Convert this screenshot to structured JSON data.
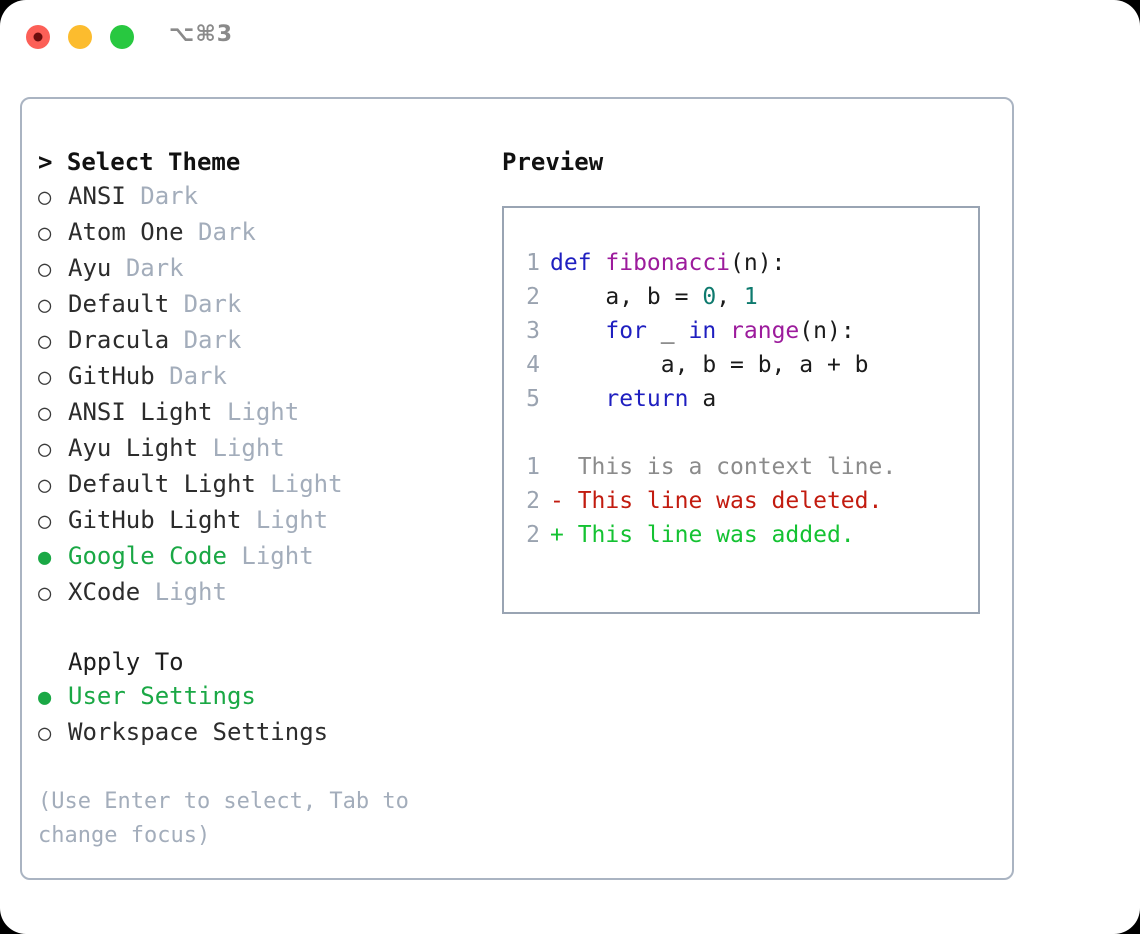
{
  "window": {
    "shortcut": "⌥⌘3",
    "traffic_lights": [
      {
        "name": "close",
        "color": "#fc5f57"
      },
      {
        "name": "minimize",
        "color": "#fcbc2e"
      },
      {
        "name": "maximize",
        "color": "#28c840"
      }
    ]
  },
  "theme_picker": {
    "heading_caret": ">",
    "heading": "Select Theme",
    "bullet_off": "○",
    "bullet_on": "●",
    "items": [
      {
        "label": "ANSI",
        "tag": "Dark",
        "selected": false
      },
      {
        "label": "Atom One",
        "tag": "Dark",
        "selected": false
      },
      {
        "label": "Ayu",
        "tag": "Dark",
        "selected": false
      },
      {
        "label": "Default",
        "tag": "Dark",
        "selected": false
      },
      {
        "label": "Dracula",
        "tag": "Dark",
        "selected": false
      },
      {
        "label": "GitHub",
        "tag": "Dark",
        "selected": false
      },
      {
        "label": "ANSI Light",
        "tag": "Light",
        "selected": false
      },
      {
        "label": "Ayu Light",
        "tag": "Light",
        "selected": false
      },
      {
        "label": "Default Light",
        "tag": "Light",
        "selected": false
      },
      {
        "label": "GitHub Light",
        "tag": "Light",
        "selected": false
      },
      {
        "label": "Google Code",
        "tag": "Light",
        "selected": true
      },
      {
        "label": "XCode",
        "tag": "Light",
        "selected": false
      }
    ]
  },
  "apply_to": {
    "heading": "Apply To",
    "items": [
      {
        "label": "User Settings",
        "selected": true
      },
      {
        "label": "Workspace Settings",
        "selected": false
      }
    ]
  },
  "hint": "(Use Enter to select, Tab to change focus)",
  "preview": {
    "title": "Preview",
    "code_lines": [
      {
        "num": "1",
        "tokens": [
          {
            "t": "def ",
            "c": "kw"
          },
          {
            "t": "fibonacci",
            "c": "fn"
          },
          {
            "t": "(n):",
            "c": "pl"
          }
        ]
      },
      {
        "num": "2",
        "tokens": [
          {
            "t": "    a, b = ",
            "c": "pl"
          },
          {
            "t": "0",
            "c": "num"
          },
          {
            "t": ", ",
            "c": "pl"
          },
          {
            "t": "1",
            "c": "num"
          }
        ]
      },
      {
        "num": "3",
        "tokens": [
          {
            "t": "    ",
            "c": "pl"
          },
          {
            "t": "for",
            "c": "kw"
          },
          {
            "t": " _ ",
            "c": "pl"
          },
          {
            "t": "in",
            "c": "kw"
          },
          {
            "t": " ",
            "c": "pl"
          },
          {
            "t": "range",
            "c": "fn"
          },
          {
            "t": "(n):",
            "c": "pl"
          }
        ]
      },
      {
        "num": "4",
        "tokens": [
          {
            "t": "        a, b = b, a + b",
            "c": "pl"
          }
        ]
      },
      {
        "num": "5",
        "tokens": [
          {
            "t": "    ",
            "c": "pl"
          },
          {
            "t": "return",
            "c": "kw"
          },
          {
            "t": " a",
            "c": "pl"
          }
        ]
      }
    ],
    "diff_lines": [
      {
        "num": "1",
        "marker": " ",
        "text": "  This is a context line.",
        "kind": "ctx"
      },
      {
        "num": "2",
        "marker": "-",
        "text": "- This line was deleted.",
        "kind": "del"
      },
      {
        "num": "2",
        "marker": "+",
        "text": "+ This line was added.",
        "kind": "add"
      }
    ]
  },
  "colors": {
    "accent_green": "#1aa845",
    "muted": "#a3adbb",
    "keyword": "#1f1fc0",
    "function": "#9c1b9c",
    "number": "#0e7a6e",
    "diff_add": "#14c232",
    "diff_del": "#c21b0f",
    "border": "#aab4c2"
  }
}
